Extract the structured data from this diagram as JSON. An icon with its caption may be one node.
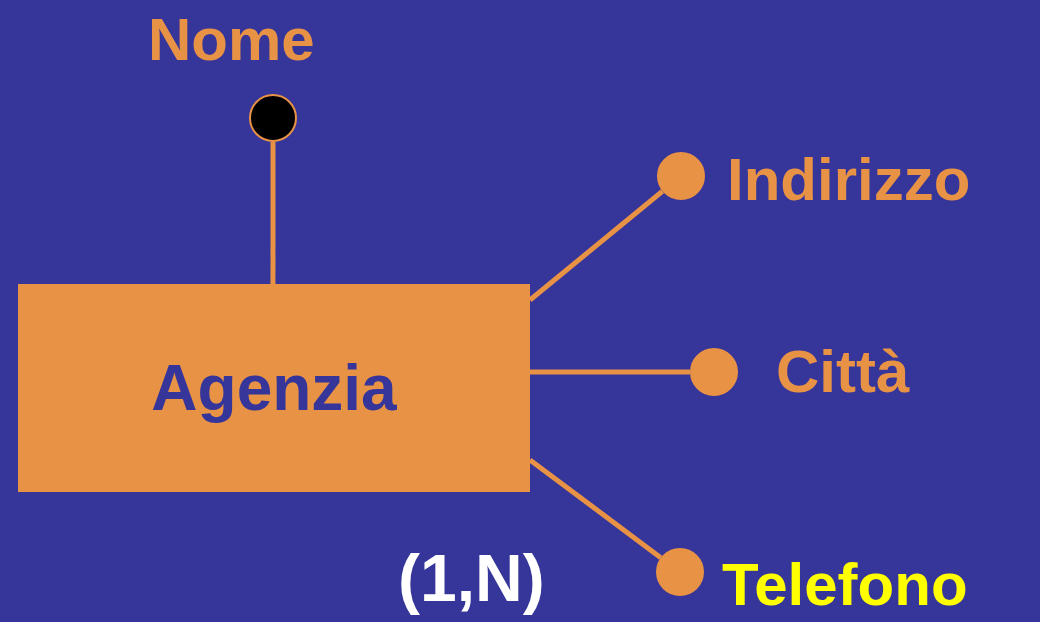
{
  "diagram": {
    "nodes": [
      {
        "text": [
          "Agenzia"
        ]
      },
      {
        "text": [],
        "shape": "circle",
        "beside": [
          "Nome"
        ]
      },
      {
        "text": [],
        "shape": "circle",
        "beside": [
          "Indirizzo"
        ]
      },
      {
        "text": [],
        "shape": "circle",
        "beside": [
          "Città"
        ]
      },
      {
        "text": [],
        "shape": "circle",
        "beside": [
          "Telefono"
        ]
      }
    ],
    "edges": [
      {
        "from": 0,
        "to": 1,
        "arrow": "none"
      },
      {
        "from": 0,
        "to": 2,
        "arrow": "none"
      },
      {
        "from": 0,
        "to": 3,
        "arrow": "none"
      },
      {
        "from": 0,
        "to": 4,
        "arrow": "none",
        "label": "(1,N)"
      }
    ]
  }
}
